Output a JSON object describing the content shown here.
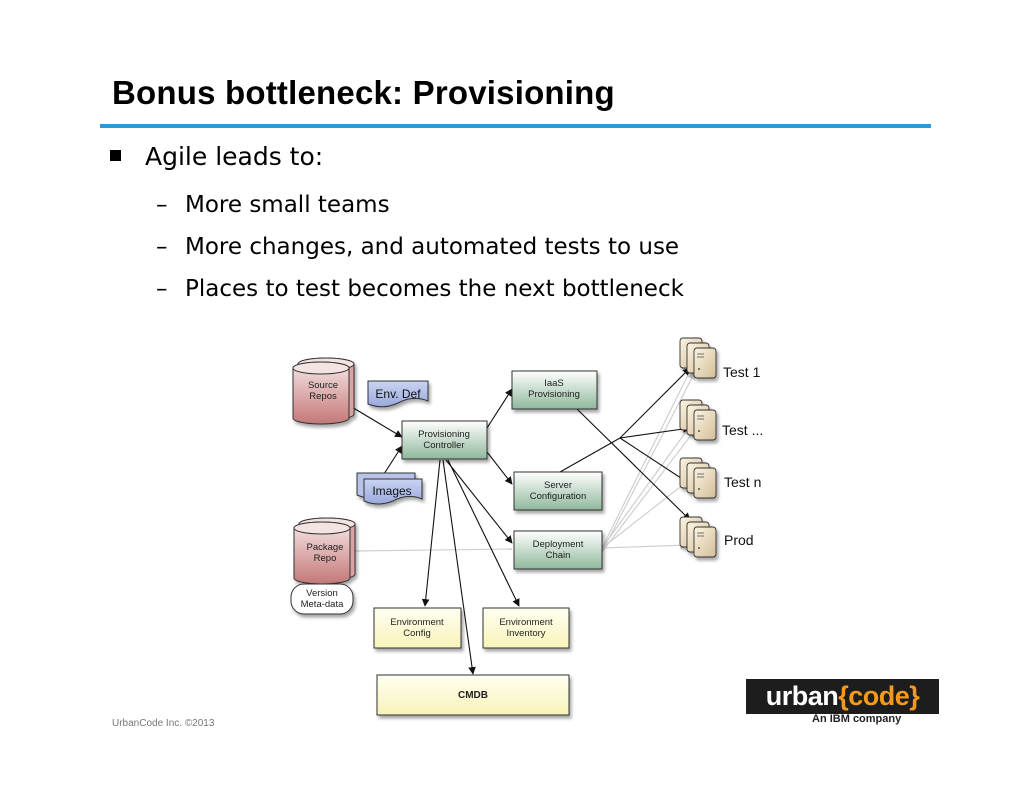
{
  "slide": {
    "title": "Bonus bottleneck: Provisioning",
    "bullet": "Agile leads to:",
    "sub_bullets": [
      "More small teams",
      "More changes, and automated tests to use",
      "Places to test becomes the next bottleneck"
    ],
    "footer": "UrbanCode Inc. ©2013"
  },
  "logo": {
    "word_main": "urban",
    "word_accent": "{code}",
    "tagline": "An IBM company"
  },
  "diagram": {
    "source_repos": [
      "Source",
      "Repos"
    ],
    "env_def": "Env. Def",
    "images": "Images",
    "package_repo": [
      "Package",
      "Repo"
    ],
    "version_meta": [
      "Version",
      "Meta-data"
    ],
    "provisioning_controller": [
      "Provisioning",
      "Controller"
    ],
    "iaas_provisioning": [
      "IaaS",
      "Provisioning"
    ],
    "server_configuration": [
      "Server",
      "Configuration"
    ],
    "deployment_chain": [
      "Deployment",
      "Chain"
    ],
    "environment_config": [
      "Environment",
      "Config"
    ],
    "environment_inventory": [
      "Environment",
      "Inventory"
    ],
    "cmdb": "CMDB",
    "targets": [
      "Test 1",
      "Test ...",
      "Test n",
      "Prod"
    ]
  },
  "colors": {
    "accent_rule": "#2d9ad6",
    "logo_accent": "#f39a1d"
  }
}
